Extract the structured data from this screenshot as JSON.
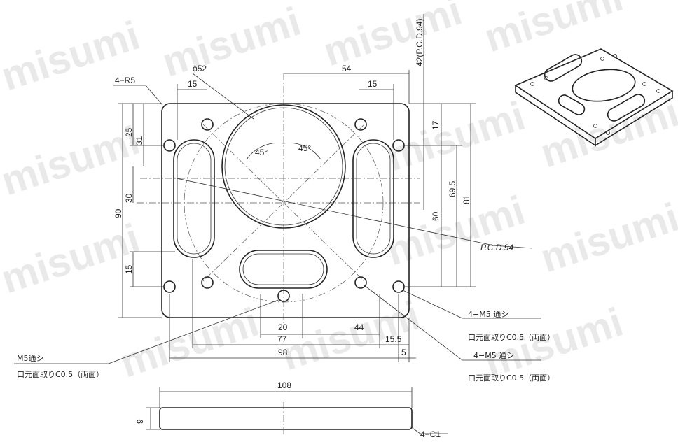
{
  "watermark": "misumi",
  "dimensions": {
    "pcd_top": "42(P.C.D.94)",
    "d54": "54",
    "phi52": "ϕ52",
    "r5": "4−R5",
    "d15_left": "15",
    "d15_right": "15",
    "d25": "25",
    "d31": "31",
    "d30": "30",
    "d90": "90",
    "d15_vert": "15",
    "d17": "17",
    "d69_5": "69.5",
    "d60": "60",
    "d81": "81",
    "angle1": "45°",
    "angle2": "45°",
    "pcd": "P.C.D.94",
    "d20": "20",
    "d44": "44",
    "d77": "77",
    "d15_5": "15.5",
    "d98": "98",
    "d5": "5",
    "d108": "108",
    "d9": "9",
    "c1": "4−C1"
  },
  "notes": {
    "m5_holes_a": "4−M5 通シ",
    "chamfer_a": "口元面取りC0.5（両面）",
    "m5_holes_b": "4−M5 通シ",
    "chamfer_b": "口元面取りC0.5（両面）",
    "m5_single": "M5通シ",
    "chamfer_single": "口元面取りC0.5（両面）"
  }
}
